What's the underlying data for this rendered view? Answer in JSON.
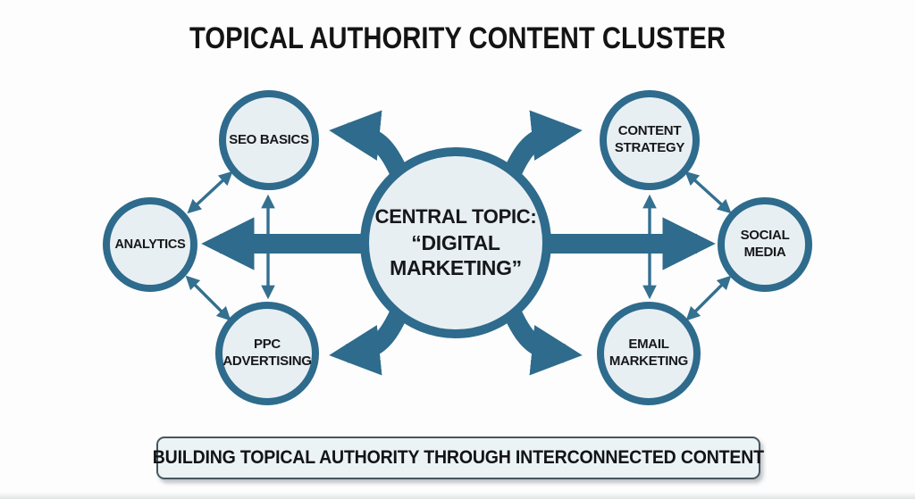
{
  "title": "TOPICAL AUTHORITY CONTENT CLUSTER",
  "center_node": {
    "heading": "CENTRAL TOPIC:",
    "topic": "“DIGITAL MARKETING”"
  },
  "nodes": {
    "seo_basics": {
      "label": "SEO BASICS"
    },
    "content_strategy": {
      "label": "CONTENT STRATEGY"
    },
    "analytics": {
      "label": "ANALYTICS"
    },
    "social_media": {
      "label": "SOCIAL MEDIA"
    },
    "ppc_advertising": {
      "label": "PPC ADVERTISING"
    },
    "email_marketing": {
      "label": "EMAIL MARKETING"
    }
  },
  "banner": {
    "text": "BUILDING TOPICAL AUTHORITY THROUGH INTERCONNECTED CONTENT"
  },
  "connections": {
    "hub_spokes": [
      "SEO BASICS",
      "CONTENT STRATEGY",
      "ANALYTICS",
      "SOCIAL MEDIA",
      "PPC ADVERTISING",
      "EMAIL MARKETING"
    ],
    "bidirectional_links": [
      [
        "ANALYTICS",
        "SEO BASICS"
      ],
      [
        "ANALYTICS",
        "PPC ADVERTISING"
      ],
      [
        "SEO BASICS",
        "PPC ADVERTISING"
      ],
      [
        "CONTENT STRATEGY",
        "SOCIAL MEDIA"
      ],
      [
        "SOCIAL MEDIA",
        "EMAIL MARKETING"
      ],
      [
        "CONTENT STRATEGY",
        "EMAIL MARKETING"
      ]
    ]
  },
  "colors": {
    "accent": "#2e6b8c",
    "thin_arrow": "#34708f",
    "node_fill": "#e8eff3",
    "banner_fill": "#ecf3f5",
    "title_text": "#141414"
  }
}
